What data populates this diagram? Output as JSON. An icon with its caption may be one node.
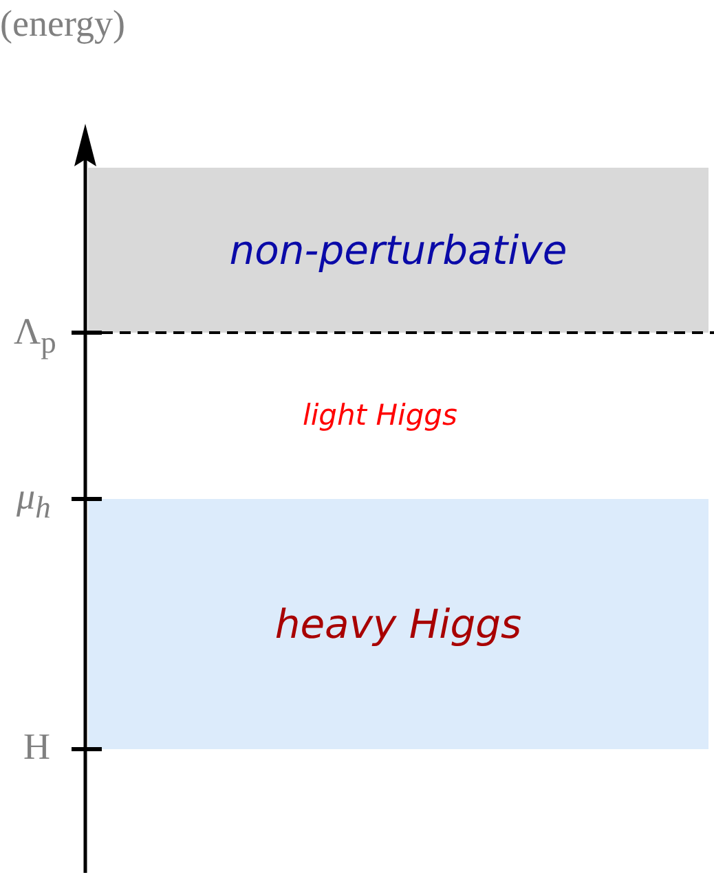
{
  "diagram": {
    "nodes": [
      {
        "text": [
          "non-perturbative"
        ]
      },
      {
        "text": [
          "heavy Higgs"
        ]
      }
    ],
    "labels": [
      "(energy)",
      "Λ$_{p}$",
      "light Higgs",
      "μ$_{h}$",
      "H"
    ]
  }
}
